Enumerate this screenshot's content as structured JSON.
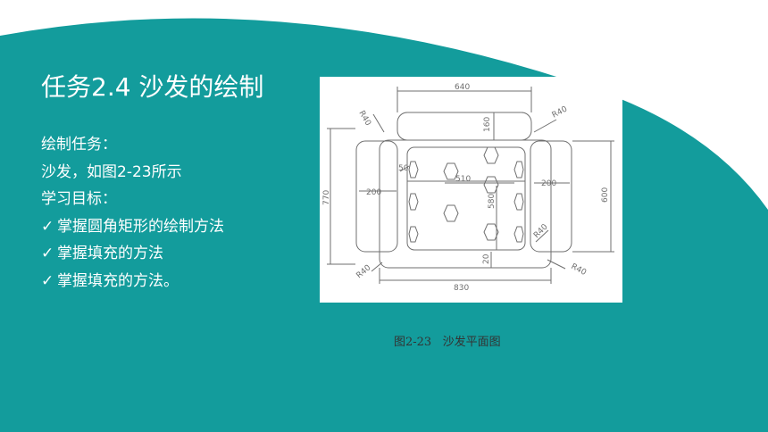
{
  "colors": {
    "background": "#ffffff",
    "teal": "#139c9c",
    "drawing_line": "#6f6f6f"
  },
  "title": "任务2.4  沙发的绘制",
  "body_lines": [
    {
      "bullet": "",
      "text": "绘制任务："
    },
    {
      "bullet": "",
      "text": "沙发，如图2-23所示"
    },
    {
      "bullet": "",
      "text": "学习目标："
    },
    {
      "bullet": "✓",
      "text": "掌握圆角矩形的绘制方法"
    },
    {
      "bullet": "✓",
      "text": "掌握填充的方法"
    },
    {
      "bullet": "✓",
      "text": "掌握填充的方法。"
    }
  ],
  "figure": {
    "dims": {
      "top_width": "640",
      "top_height": "160",
      "r_tl": "R40",
      "r_tr": "R40",
      "left_height": "770",
      "left_width": "200",
      "right_width": "200",
      "right_height": "600",
      "seat_width": "510",
      "seat_height": "580",
      "seat_offset": "50",
      "seat_bottom": "20",
      "r_seat": "R40",
      "r_bl": "R40",
      "r_br": "R40",
      "bottom_width": "830"
    }
  },
  "caption": "图2-23   沙发平面图"
}
